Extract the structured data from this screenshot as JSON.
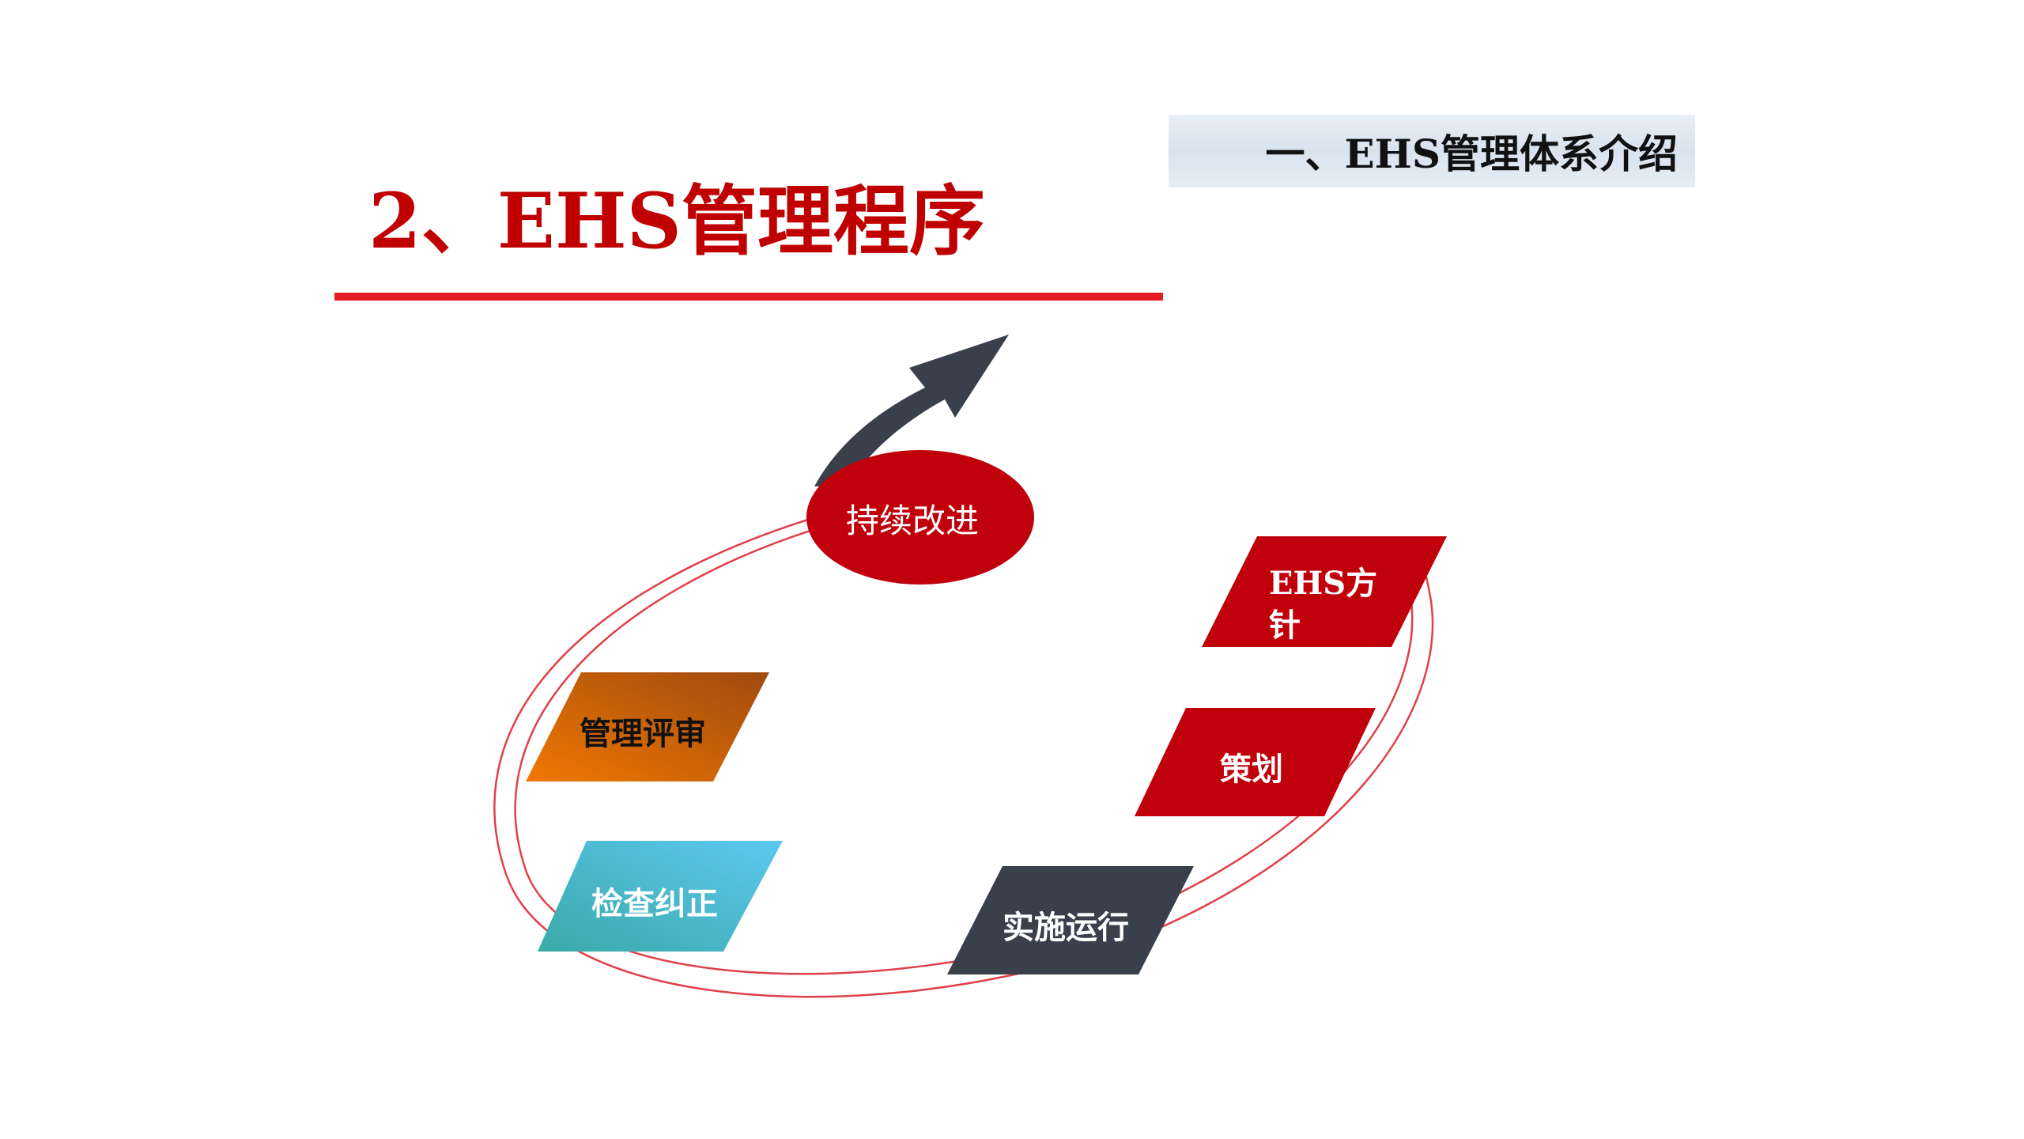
{
  "header": {
    "section_title": "一、EHS管理体系介绍",
    "page_title": "2、EHS管理程序"
  },
  "cycle": {
    "center": {
      "label": "持续改进",
      "color": "#c0000a"
    },
    "steps": [
      {
        "id": "policy",
        "label_line1": "EHS方",
        "label_line2": "针",
        "color": "#c0000a"
      },
      {
        "id": "planning",
        "label": "策划",
        "color": "#c0000a"
      },
      {
        "id": "implementation",
        "label": "实施运行",
        "color": "#3a3f4c"
      },
      {
        "id": "checking",
        "label": "检查纠正",
        "color_start": "#3aa9a8",
        "color_end": "#5cc8ef"
      },
      {
        "id": "review",
        "label": "管理评审",
        "color_start": "#f07800",
        "color_end": "#a04a10"
      }
    ],
    "arrow_color": "#3a3f4c",
    "ring_color": "#e04048"
  }
}
